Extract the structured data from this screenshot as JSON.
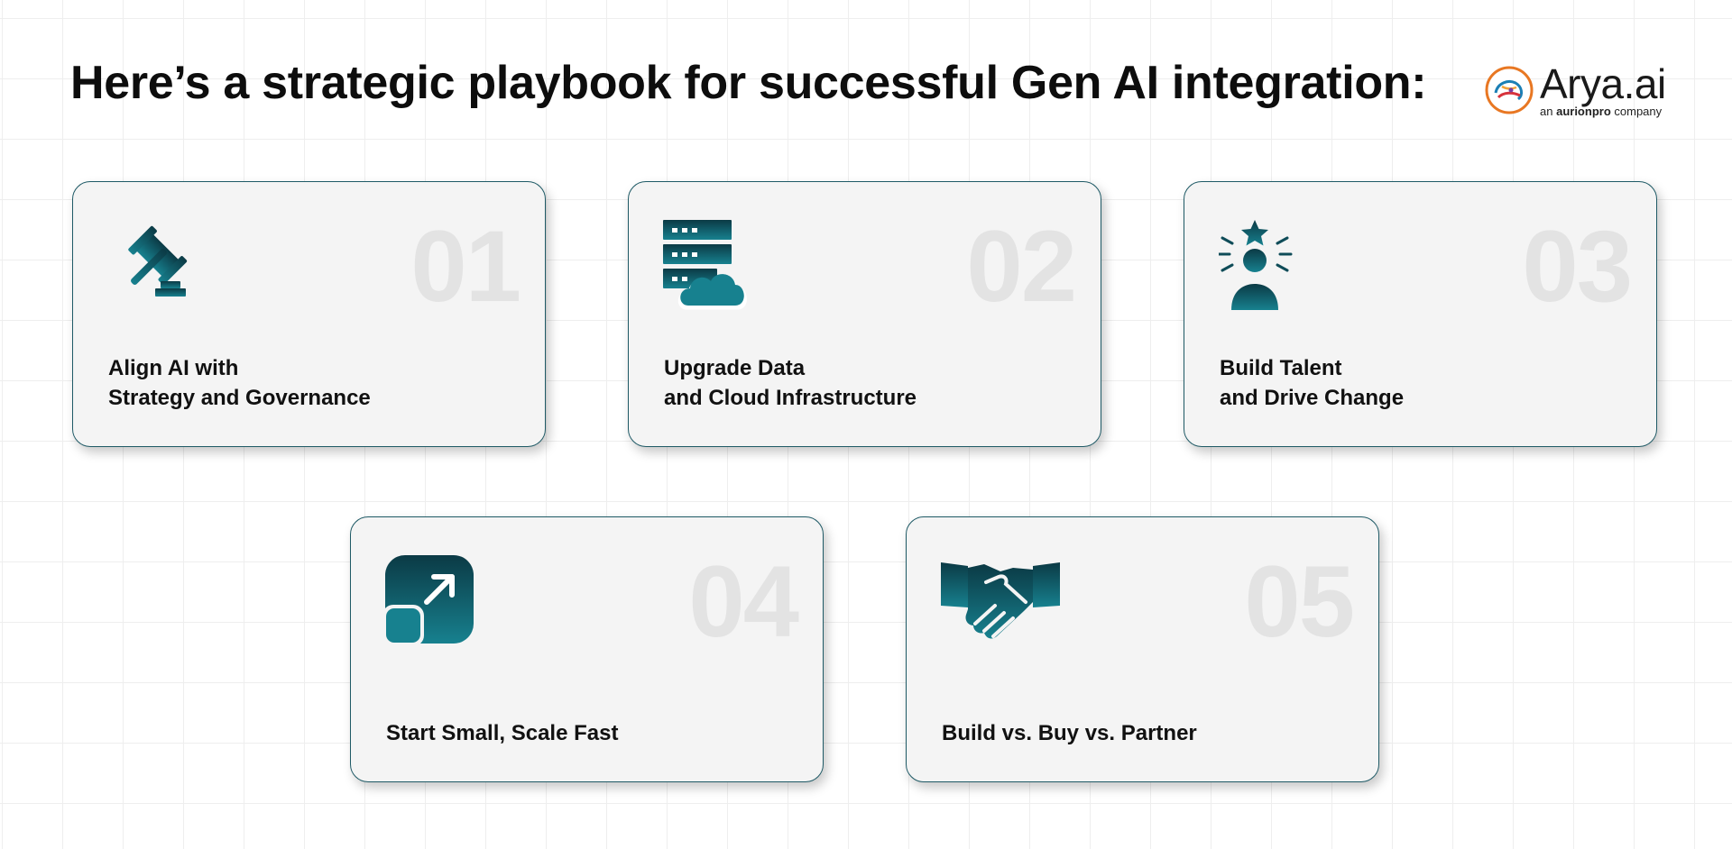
{
  "header": {
    "title": "Here’s a strategic playbook for successful Gen AI integration:"
  },
  "logo": {
    "name": "Arya.ai",
    "tagline_prefix": "an",
    "tagline_brand": "aurionpro",
    "tagline_suffix": "company"
  },
  "colors": {
    "accent_dark": "#0b3a45",
    "accent_teal": "#17818f",
    "card_border": "#1f5a66",
    "card_bg": "#f4f4f4",
    "number_color": "#e3e3e3"
  },
  "cards": [
    {
      "number": "01",
      "icon": "gavel-icon",
      "line1": "Align AI with",
      "line2": "Strategy and Governance"
    },
    {
      "number": "02",
      "icon": "server-cloud-icon",
      "line1": "Upgrade Data",
      "line2": "and Cloud Infrastructure"
    },
    {
      "number": "03",
      "icon": "star-person-icon",
      "line1": "Build Talent",
      "line2": "and Drive Change"
    },
    {
      "number": "04",
      "icon": "scale-up-icon",
      "line1": "Start Small, Scale Fast",
      "line2": ""
    },
    {
      "number": "05",
      "icon": "handshake-icon",
      "line1": "Build vs. Buy vs. Partner",
      "line2": ""
    }
  ]
}
